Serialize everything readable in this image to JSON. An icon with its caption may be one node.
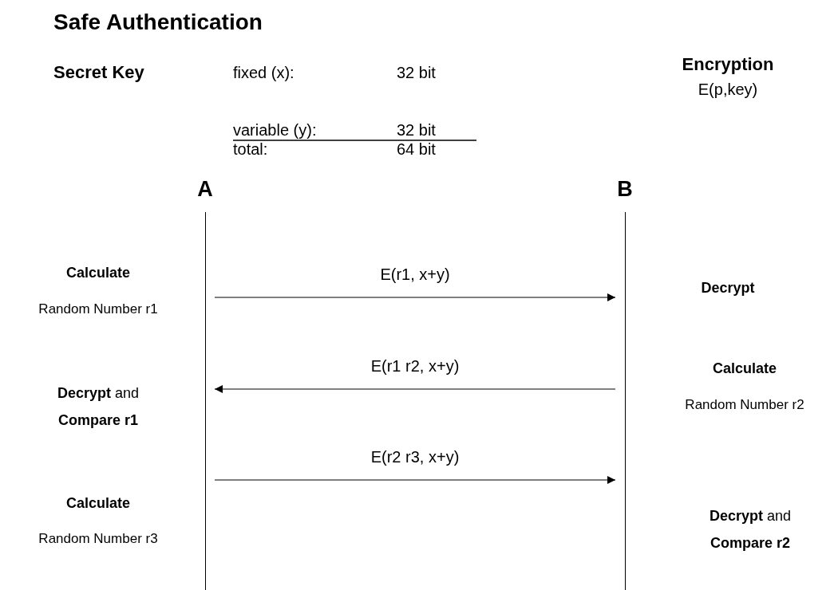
{
  "diagram": {
    "title": "Safe Authentication",
    "nodes": [
      {
        "text": [
          "A"
        ]
      },
      {
        "text": [
          "B"
        ]
      }
    ],
    "edges": [
      {
        "from": 0,
        "to": 1,
        "arrow": "to",
        "label": "E(r1, x+y)"
      },
      {
        "from": 1,
        "to": 0,
        "arrow": "to",
        "label": "E(r1 r2, x+y)"
      },
      {
        "from": 0,
        "to": 1,
        "arrow": "to",
        "label": "E(r2 r3, x+y)"
      }
    ],
    "labels": [
      "Secret Key",
      "fixed (x):",
      "32 bit",
      "variable (y):",
      "32 bit",
      "total:",
      "64 bit",
      "Encryption",
      "E(p,key)",
      "Calculate",
      "Random Number r1",
      "Decrypt",
      "Calculate",
      "Random Number r2",
      "**Decrypt** and **Compare r1**",
      "Calculate",
      "Random Number r3",
      "**Decrypt** and **Compare r2**"
    ]
  }
}
